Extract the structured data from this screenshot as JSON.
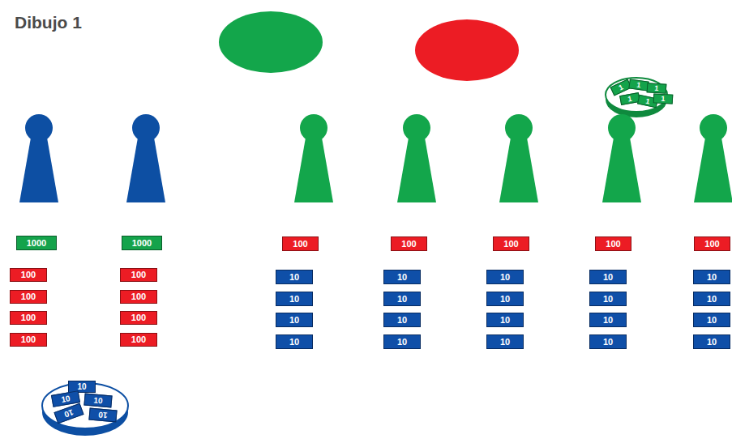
{
  "diagram": {
    "title": "Dibujo 1",
    "nodes": [
      {
        "text": [
          "1"
        ]
      },
      {
        "text": [
          "1"
        ]
      },
      {
        "text": [
          "1"
        ]
      },
      {
        "text": [
          "1"
        ]
      },
      {
        "text": [
          "1"
        ]
      },
      {
        "text": [
          "1"
        ]
      },
      {
        "text": [
          "1000"
        ]
      },
      {
        "text": [
          "1000"
        ]
      },
      {
        "text": [
          "100"
        ]
      },
      {
        "text": [
          "100"
        ]
      },
      {
        "text": [
          "100"
        ]
      },
      {
        "text": [
          "100"
        ]
      },
      {
        "text": [
          "100"
        ]
      },
      {
        "text": [
          "100"
        ]
      },
      {
        "text": [
          "100"
        ]
      },
      {
        "text": [
          "10"
        ]
      },
      {
        "text": [
          "10"
        ]
      },
      {
        "text": [
          "10"
        ]
      },
      {
        "text": [
          "10"
        ]
      },
      {
        "text": [
          "10"
        ]
      },
      {
        "text": [
          "100"
        ]
      },
      {
        "text": [
          "100"
        ]
      },
      {
        "text": [
          "10"
        ]
      },
      {
        "text": [
          "10"
        ]
      },
      {
        "text": [
          "10"
        ]
      },
      {
        "text": [
          "10"
        ]
      },
      {
        "text": [
          "10"
        ]
      },
      {
        "text": [
          "100"
        ]
      },
      {
        "text": [
          "100"
        ]
      },
      {
        "text": [
          "10"
        ]
      },
      {
        "text": [
          "10"
        ]
      },
      {
        "text": [
          "10"
        ]
      },
      {
        "text": [
          "10"
        ]
      },
      {
        "text": [
          "10"
        ]
      },
      {
        "text": [
          "100"
        ]
      },
      {
        "text": [
          "100"
        ]
      },
      {
        "text": [
          "10"
        ]
      },
      {
        "text": [
          "10"
        ]
      },
      {
        "text": [
          "10"
        ]
      },
      {
        "text": [
          "10"
        ]
      },
      {
        "text": [
          "10"
        ]
      },
      {
        "text": [
          "10"
        ]
      },
      {
        "text": [
          "10"
        ]
      },
      {
        "text": [
          "10"
        ]
      },
      {
        "text": [
          "10"
        ]
      },
      {
        "text": [
          "10"
        ]
      }
    ]
  }
}
